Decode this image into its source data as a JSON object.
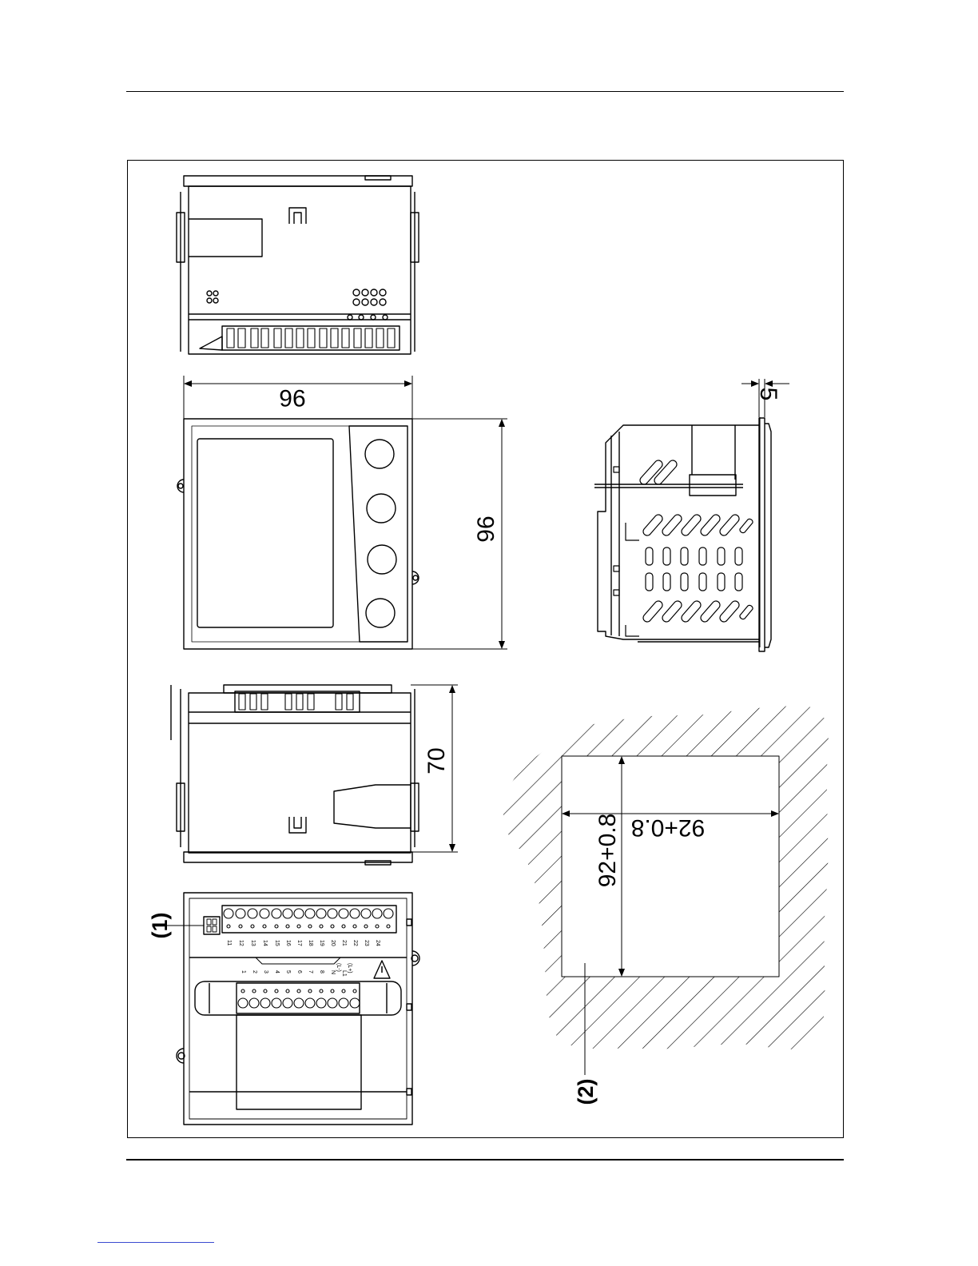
{
  "drawing": {
    "dimensions": {
      "width_top": "96",
      "height_front": "96",
      "depth": "70",
      "panel_thickness": "5",
      "cutout_width": "92+0.8",
      "cutout_height": "92+0.8"
    },
    "callouts": {
      "connector": "(1)",
      "panel": "(2)"
    },
    "terminals": {
      "upper_row": [
        "11",
        "12",
        "13",
        "14",
        "15",
        "16",
        "17",
        "18",
        "19",
        "20",
        "21",
        "22",
        "23",
        "24"
      ],
      "lower_row": [
        "1",
        "2",
        "3",
        "4",
        "5",
        "6",
        "7",
        "8",
        "N",
        "(L-)",
        "L1",
        "(L+)"
      ]
    },
    "icons": {
      "warning": "warning-triangle-icon",
      "front_keys": "round-button-icon"
    }
  }
}
